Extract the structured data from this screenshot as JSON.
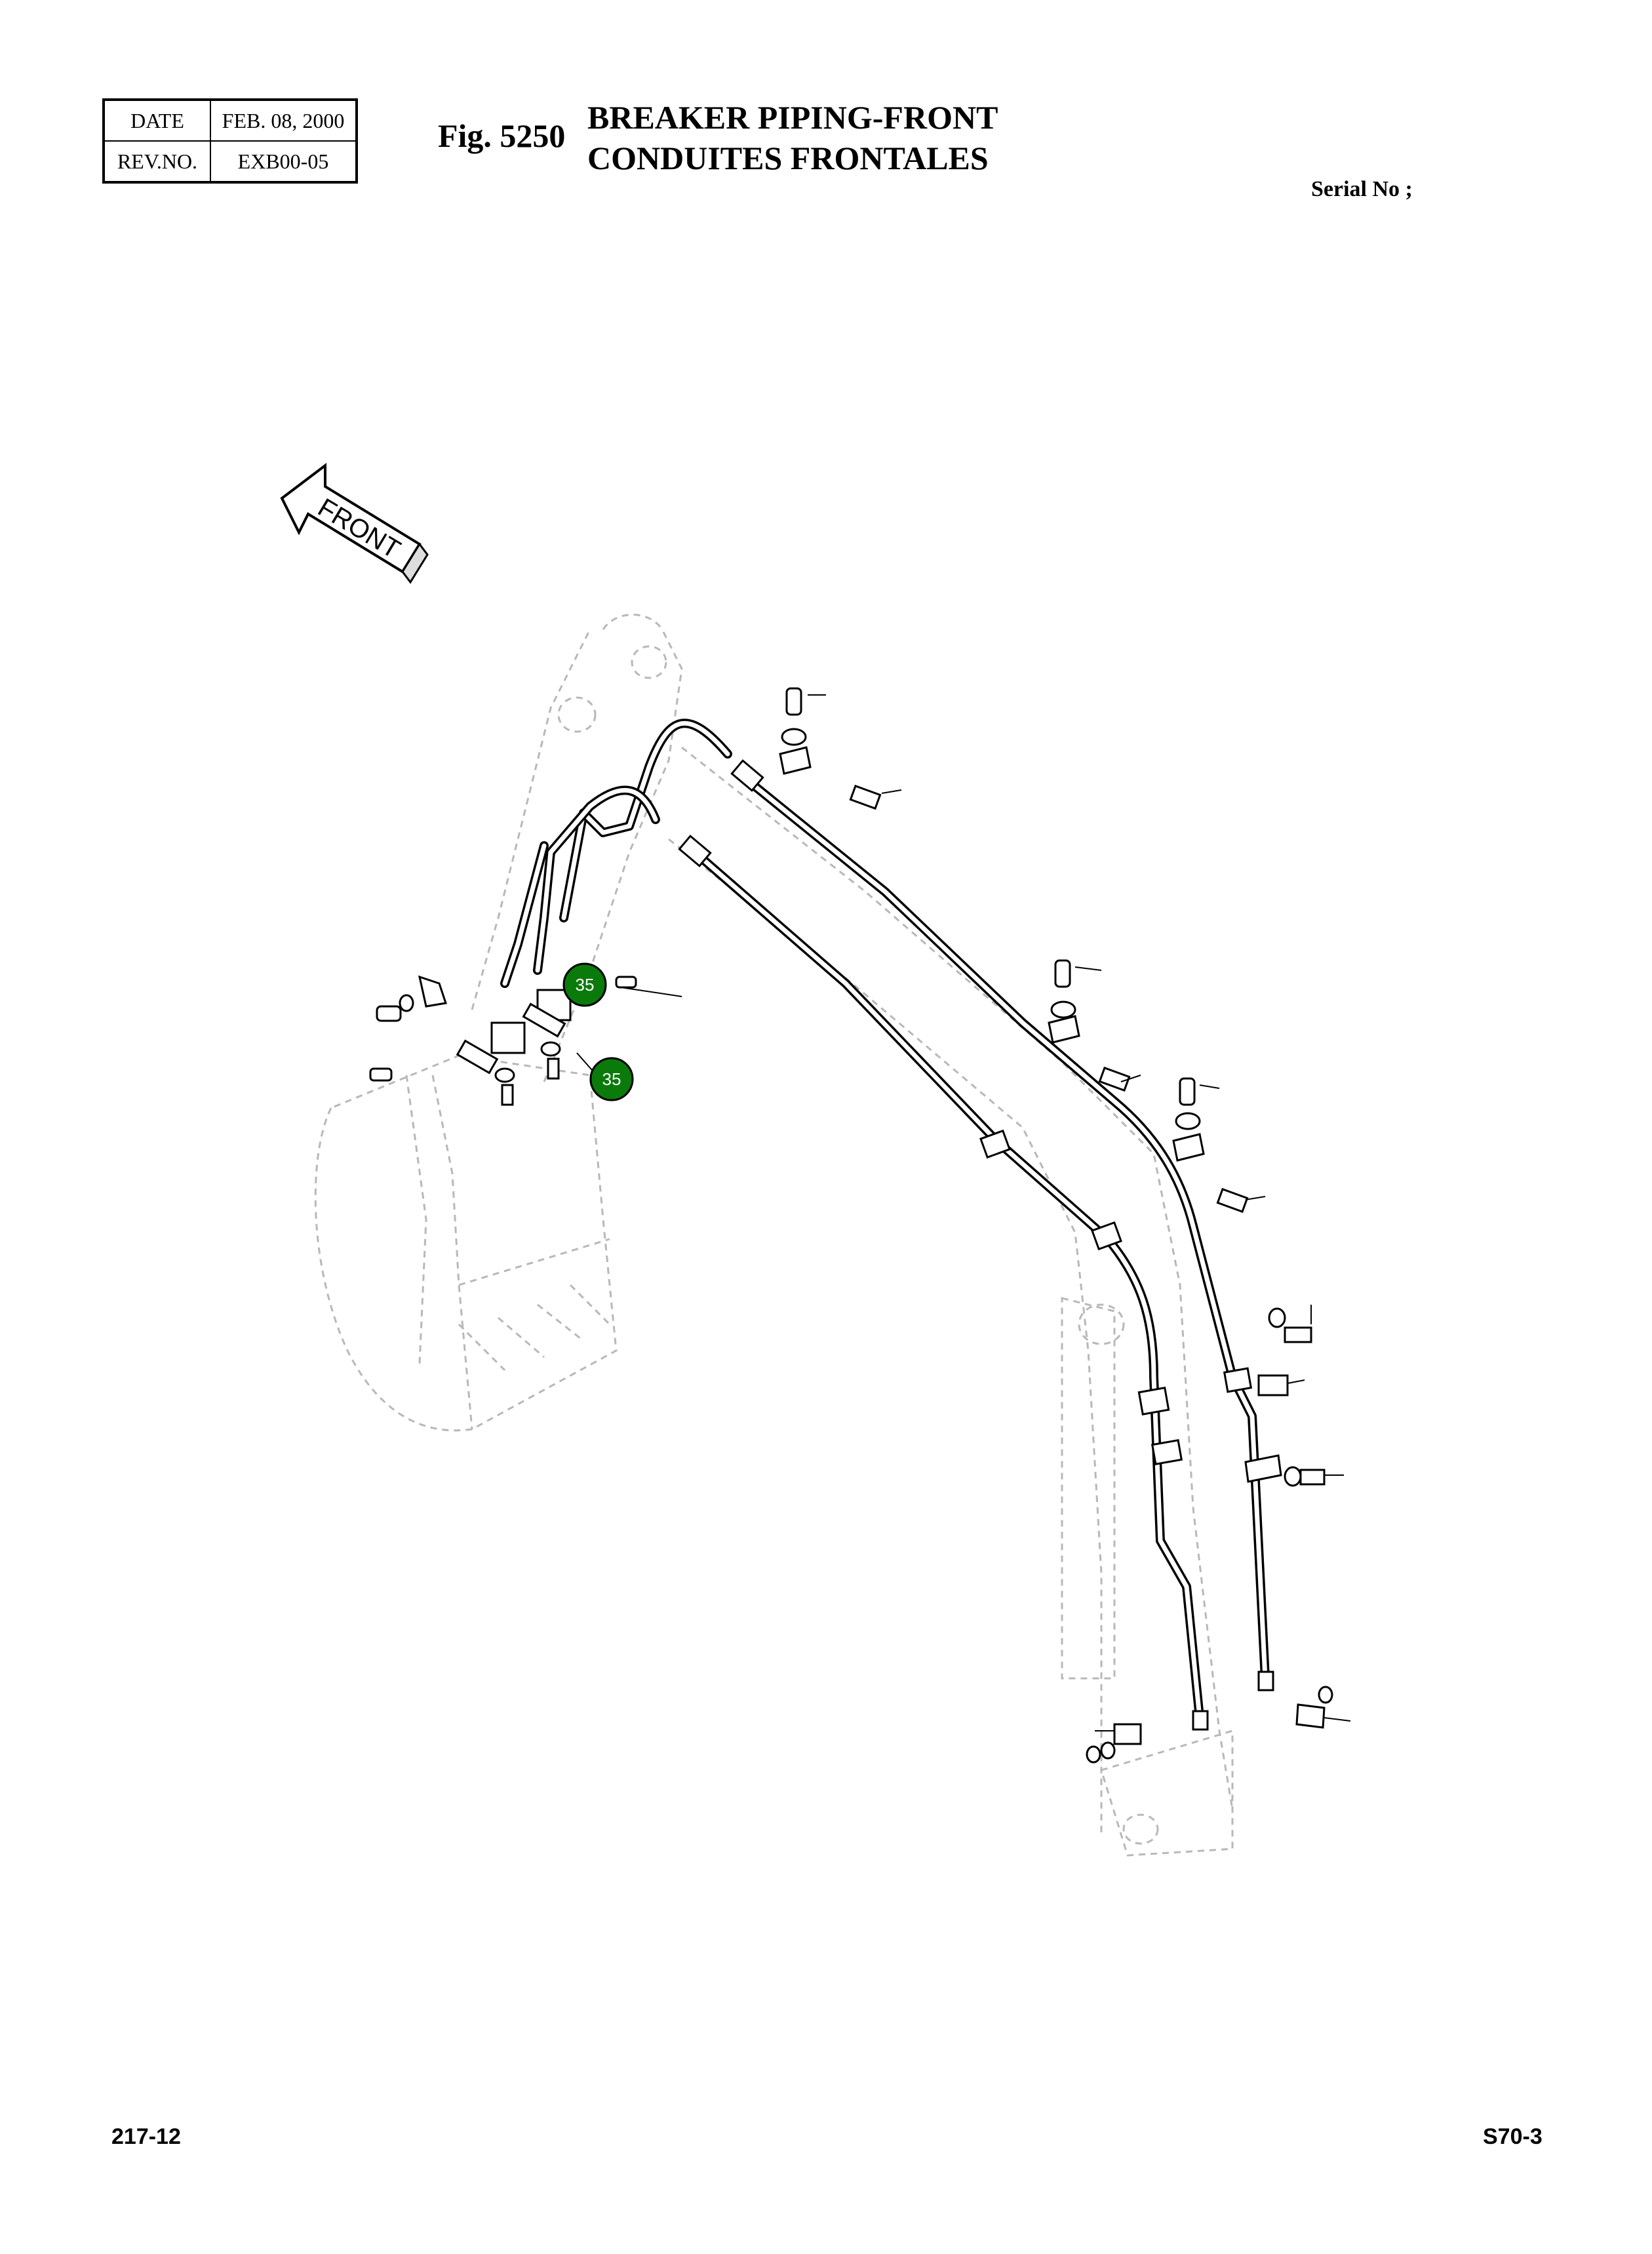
{
  "header": {
    "date_label": "DATE",
    "date_value": "FEB. 08, 2000",
    "rev_label": "REV.NO.",
    "rev_value": "EXB00-05"
  },
  "figure": {
    "number": "Fig. 5250",
    "title_en": "BREAKER PIPING-FRONT",
    "title_fr": "CONDUITES FRONTALES",
    "serial": "Serial No ;"
  },
  "diagram": {
    "front_arrow_label": "FRONT",
    "callouts": [
      {
        "label": "35"
      },
      {
        "label": "35"
      }
    ],
    "colors": {
      "callout_fill": "#0a7a0a",
      "ghost_line": "#b8b8b8"
    }
  },
  "footer": {
    "left": "217-12",
    "right": "S70-3"
  }
}
